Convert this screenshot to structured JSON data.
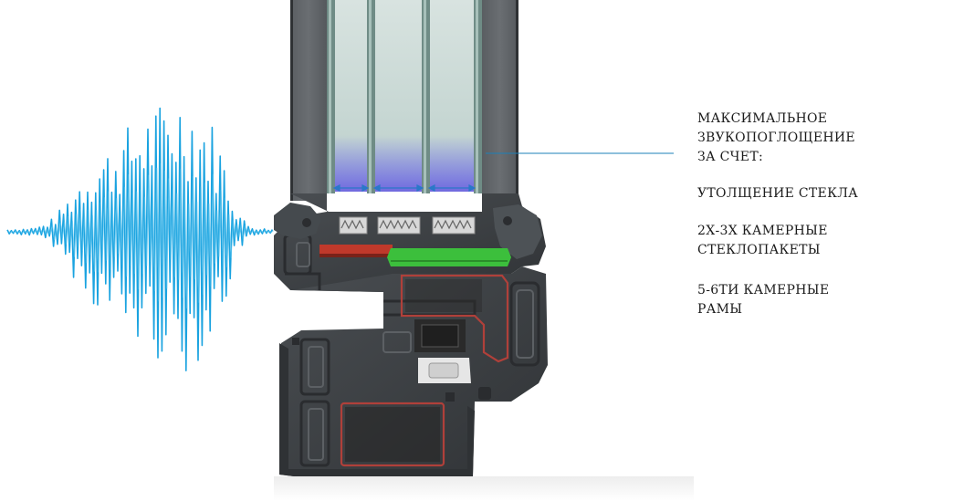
{
  "caption": {
    "heading": [
      "МАКСИМАЛЬНОЕ",
      "ЗВУКОПОГЛОЩЕНИЕ",
      "ЗА СЧЕТ:"
    ],
    "item_glass": [
      "УТОЛЩЕНИЕ СТЕКЛА"
    ],
    "item_units": [
      "2Х-3Х КАМЕРНЫЕ",
      "СТЕКЛОПАКЕТЫ"
    ],
    "item_frames": [
      "5-6ТИ КАМЕРНЫЕ",
      "РАМЫ"
    ]
  },
  "colors": {
    "wave": "#1aa3e0",
    "leader_line": "#1c80b8",
    "profile_dark": "#3e4144",
    "profile_mid": "#55595d",
    "glass": "#bcd0cb",
    "seal_red": "#c0392b",
    "reinforcement_green": "#3cbf3c",
    "metal_insert": "#262626"
  }
}
